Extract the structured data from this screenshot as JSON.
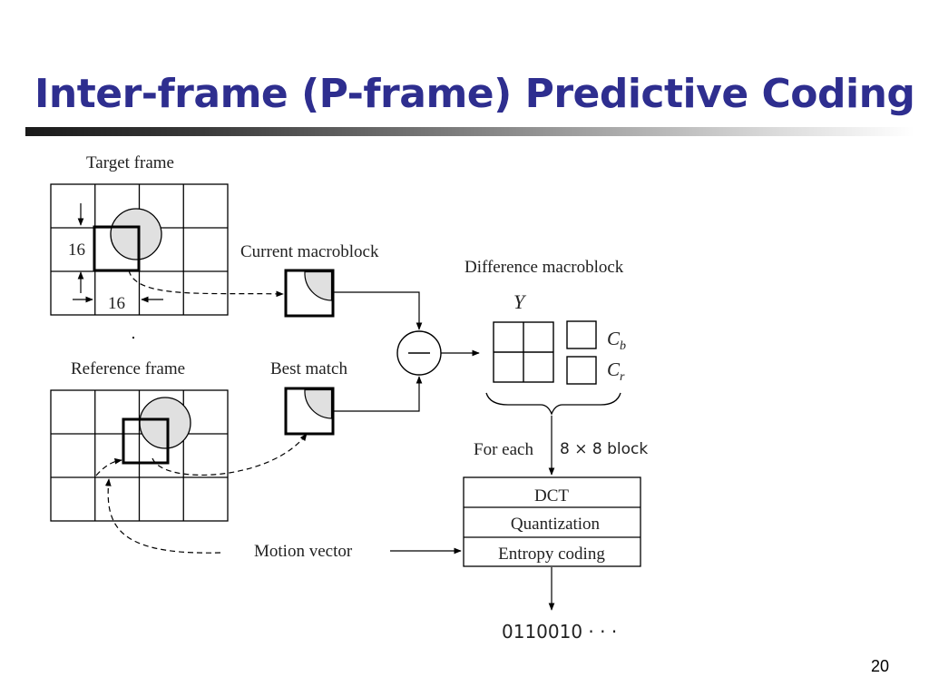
{
  "slide": {
    "title": "Inter-frame (P-frame) Predictive Coding",
    "page_number": "20"
  },
  "diagram": {
    "target_frame_label": "Target frame",
    "reference_frame_label": "Reference frame",
    "current_macroblock_label": "Current macroblock",
    "best_match_label": "Best match",
    "difference_macroblock_label": "Difference macroblock",
    "block_size_height": "16",
    "block_size_width": "16",
    "y_label": "Y",
    "cb_label_main": "C",
    "cb_label_sub": "b",
    "cr_label_main": "C",
    "cr_label_sub": "r",
    "for_each_label": "For each",
    "block_label": "8 × 8  block",
    "pipeline_steps": [
      "DCT",
      "Quantization",
      "Entropy coding"
    ],
    "motion_vector_label": "Motion vector",
    "bitstream_output": "0110010 · · ·"
  },
  "colors": {
    "title": "#2e2e8f",
    "circle_fill": "#e0e0e0"
  }
}
